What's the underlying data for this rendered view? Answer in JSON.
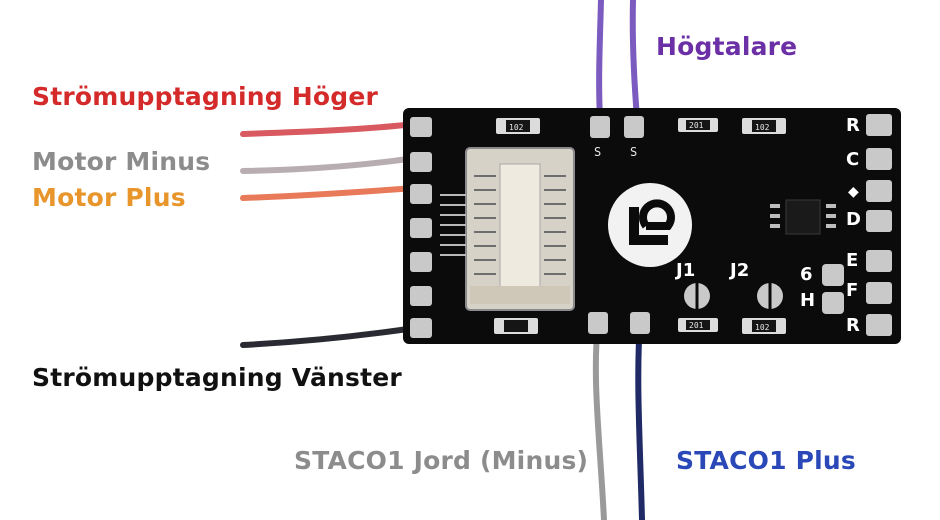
{
  "labels": {
    "pickup_right": "Strömupptagning Höger",
    "motor_minus": "Motor Minus",
    "motor_plus": "Motor Plus",
    "pickup_left": "Strömupptagning Vänster",
    "speaker": "Högtalare",
    "staco_ground": "STACO1 Jord (Minus)",
    "staco_plus": "STACO1 Plus"
  },
  "board": {
    "pad_letters": [
      "R",
      "C",
      "D",
      "E",
      "F",
      "R"
    ],
    "jumper_labels": [
      "J1",
      "J2"
    ],
    "side_labels": [
      "6",
      "H"
    ],
    "resistor_codes": [
      "102",
      "201",
      "102",
      "201",
      "102"
    ]
  },
  "colors": {
    "pickup_right": "#d42a2a",
    "motor_minus": "#8c8c8c",
    "motor_plus": "#e8962c",
    "pickup_left": "#111111",
    "speaker": "#6b2fa6",
    "staco_ground": "#8c8c8c",
    "staco_plus": "#2a48b8",
    "pcb": "#0b0b0b"
  }
}
